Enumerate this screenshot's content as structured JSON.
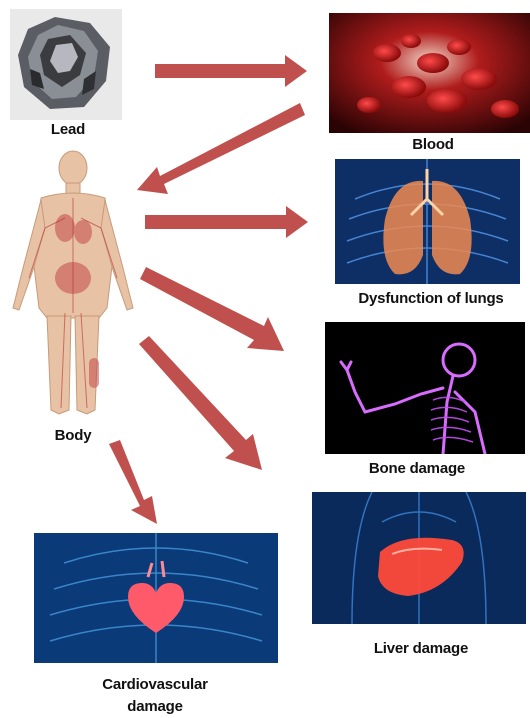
{
  "nodes": {
    "lead": {
      "label": "Lead"
    },
    "blood": {
      "label": "Blood"
    },
    "body": {
      "label": "Body"
    },
    "lungs": {
      "label": "Dysfunction of lungs"
    },
    "bone": {
      "label": "Bone damage"
    },
    "liver": {
      "label": "Liver damage"
    },
    "cardio": {
      "label": "Cardiovascular damage"
    }
  },
  "edges": [
    {
      "from": "lead",
      "to": "blood"
    },
    {
      "from": "blood",
      "to": "body"
    },
    {
      "from": "body",
      "to": "lungs"
    },
    {
      "from": "body",
      "to": "bone"
    },
    {
      "from": "body",
      "to": "liver"
    },
    {
      "from": "body",
      "to": "cardio"
    }
  ],
  "colors": {
    "arrow": "#c0504d"
  }
}
